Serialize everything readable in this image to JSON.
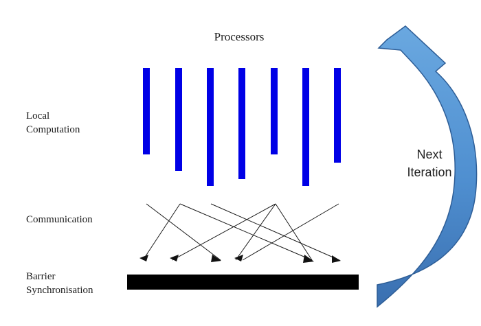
{
  "title": "Processors",
  "labels": {
    "local_computation": [
      "Local",
      "Computation"
    ],
    "communication": "Communication",
    "barrier_synchronisation": [
      "Barrier",
      "Synchronisation"
    ]
  },
  "next_iteration": [
    "Next",
    "Iteration"
  ],
  "colors": {
    "processor_bar": "#0000e6",
    "barrier": "#000000",
    "arrow_light": "#6aa8e0",
    "arrow_dark": "#3a6fb0",
    "arrow_stroke": "#2d5d96",
    "message_line": "#1a1a1a"
  }
}
